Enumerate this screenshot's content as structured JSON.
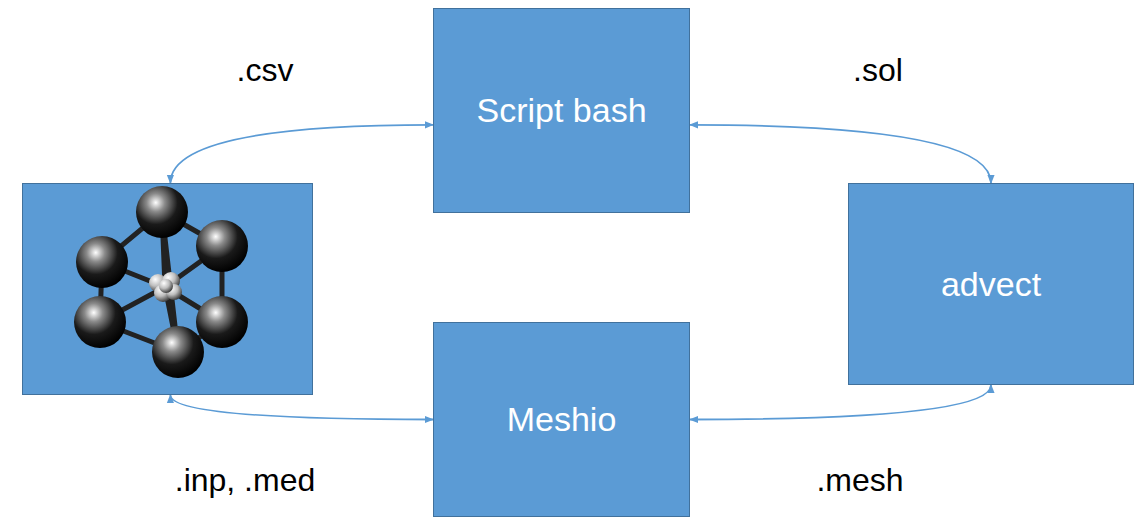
{
  "diagram": {
    "nodes": [
      {
        "text": [
          "Script bash"
        ]
      },
      {
        "text": []
      },
      {
        "text": [
          "advect"
        ]
      },
      {
        "text": [
          "Meshio"
        ]
      }
    ],
    "edges": [
      {
        "from": 0,
        "to": 1,
        "arrow": "both",
        "label": ".csv"
      },
      {
        "from": 0,
        "to": 2,
        "arrow": "both",
        "label": ".sol"
      },
      {
        "from": 3,
        "to": 1,
        "arrow": "both",
        "label": ".inp, .med"
      },
      {
        "from": 3,
        "to": 2,
        "arrow": "both",
        "label": ".mesh"
      }
    ]
  }
}
